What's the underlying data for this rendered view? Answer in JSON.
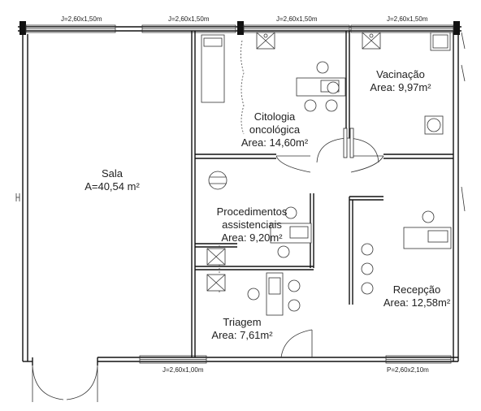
{
  "rooms": {
    "sala": {
      "name": "Sala",
      "area": "A=40,54 m²"
    },
    "citologia": {
      "line1": "Citologia",
      "line2": "oncológica",
      "area": "Area: 14,60m²"
    },
    "vacinacao": {
      "name": "Vacinação",
      "area": "Area: 9,97m²"
    },
    "procedimentos": {
      "line1": "Procedimentos",
      "line2": "assistenciais",
      "area": "Area: 9,20m²"
    },
    "recepcao": {
      "name": "Recepção",
      "area": "Area: 12,58m²"
    },
    "triagem": {
      "name": "Triagem",
      "area": "Area: 7,61m²"
    }
  },
  "dimensions": {
    "top_1": "J=2,60x1,50m",
    "top_2": "J=2,60x1,50m",
    "top_3": "J=2,60x1,50m",
    "top_4": "J=2,60x1,50m",
    "bottom_1": "J=2,60x1,00m",
    "bottom_2": "P=2,60x2,10m"
  }
}
